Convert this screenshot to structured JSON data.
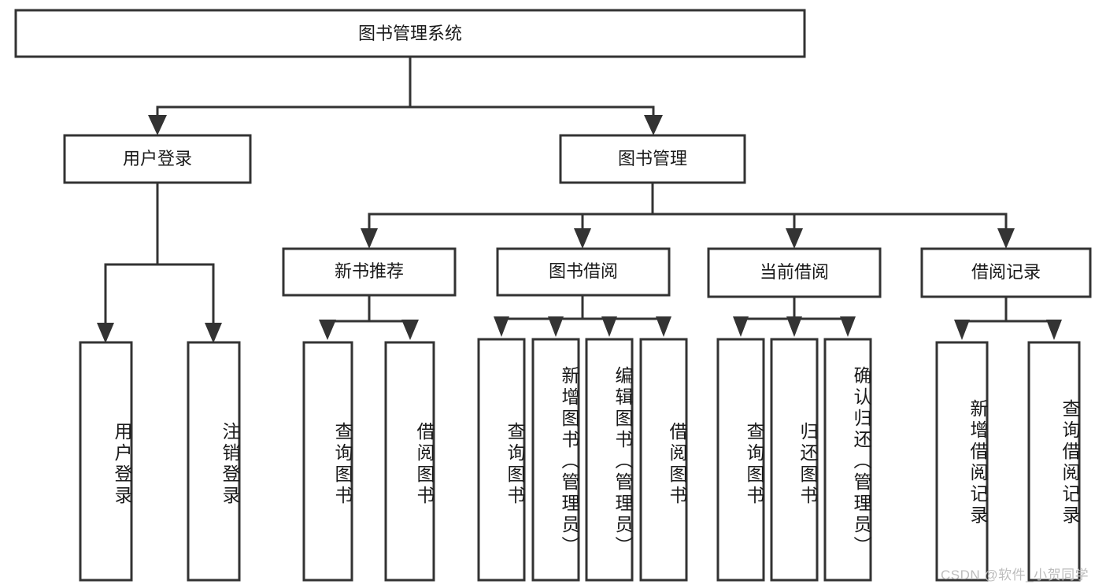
{
  "diagram": {
    "type": "tree-hierarchy",
    "title": "图书管理系统",
    "root": {
      "id": "root",
      "label": "图书管理系统"
    },
    "level2": [
      {
        "id": "user-login",
        "label": "用户登录"
      },
      {
        "id": "book-manage",
        "label": "图书管理"
      }
    ],
    "level3": [
      {
        "id": "new-book-rec",
        "label": "新书推荐",
        "parent": "book-manage"
      },
      {
        "id": "book-borrow",
        "label": "图书借阅",
        "parent": "book-manage"
      },
      {
        "id": "current-borrow",
        "label": "当前借阅",
        "parent": "book-manage"
      },
      {
        "id": "borrow-record",
        "label": "借阅记录",
        "parent": "book-manage"
      }
    ],
    "leaves": [
      {
        "id": "leaf-user-login",
        "label": "用户登录",
        "parent": "user-login"
      },
      {
        "id": "leaf-logout",
        "label": "注销登录",
        "parent": "user-login"
      },
      {
        "id": "leaf-query-book-1",
        "label": "查询图书",
        "parent": "new-book-rec"
      },
      {
        "id": "leaf-borrow-book-1",
        "label": "借阅图书",
        "parent": "new-book-rec"
      },
      {
        "id": "leaf-query-book-2",
        "label": "查询图书",
        "parent": "book-borrow"
      },
      {
        "id": "leaf-add-book",
        "label": "新增图书（管理员）",
        "parent": "book-borrow"
      },
      {
        "id": "leaf-edit-book",
        "label": "编辑图书（管理员）",
        "parent": "book-borrow"
      },
      {
        "id": "leaf-borrow-book-2",
        "label": "借阅图书",
        "parent": "book-borrow"
      },
      {
        "id": "leaf-query-book-3",
        "label": "查询图书",
        "parent": "current-borrow"
      },
      {
        "id": "leaf-return-book",
        "label": "归还图书",
        "parent": "current-borrow"
      },
      {
        "id": "leaf-confirm-return",
        "label": "确认归还（管理员）",
        "parent": "current-borrow"
      },
      {
        "id": "leaf-add-record",
        "label": "新增借阅记录",
        "parent": "borrow-record"
      },
      {
        "id": "leaf-query-record",
        "label": "查询借阅记录",
        "parent": "borrow-record"
      }
    ],
    "watermark": "CSDN @软件_小贺同学",
    "colors": {
      "stroke": "#333333",
      "fill": "#ffffff",
      "text": "#1a1a1a",
      "watermark": "#bdbdbd",
      "background": "#ffffff"
    }
  }
}
